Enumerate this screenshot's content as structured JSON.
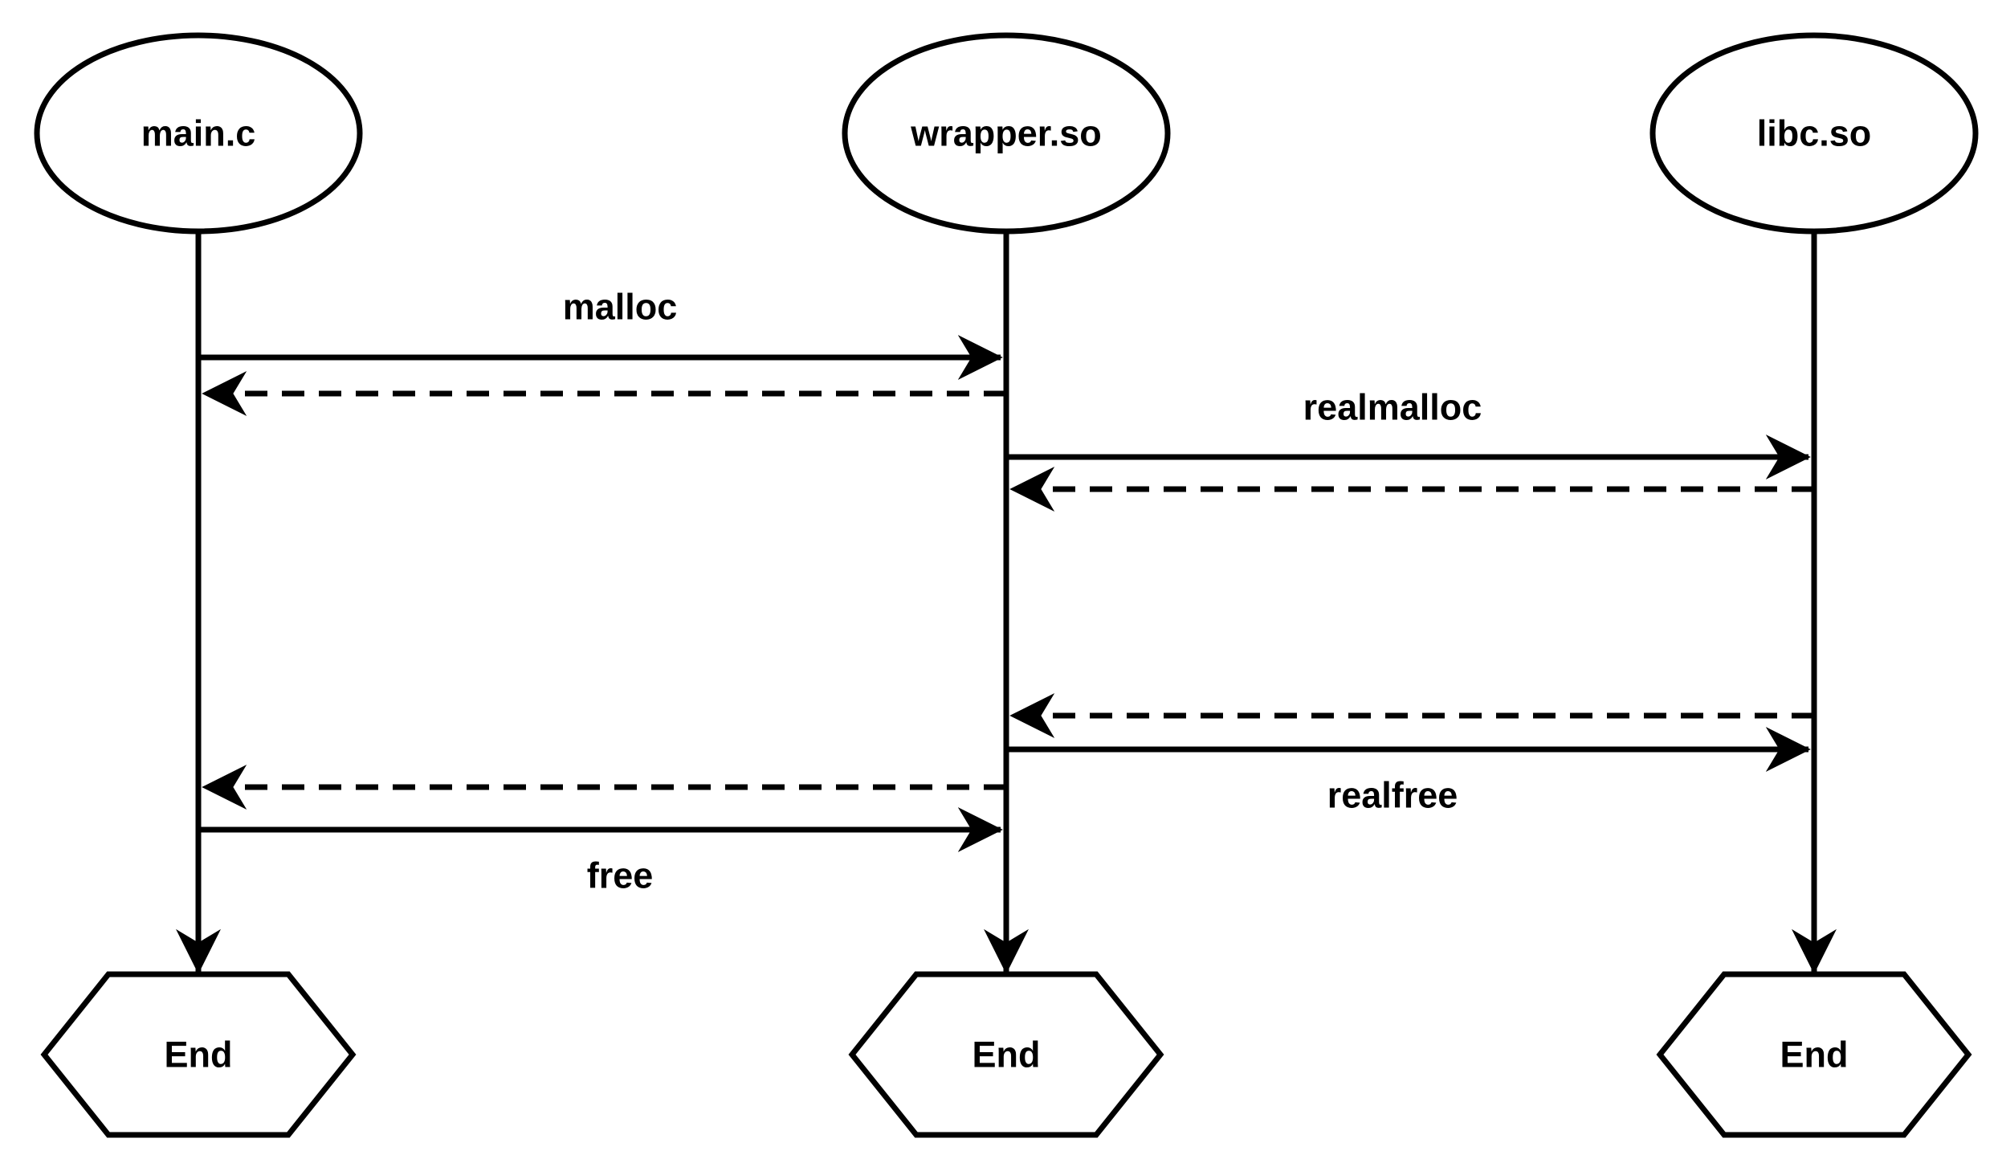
{
  "participants": [
    {
      "id": "main",
      "label": "main.c",
      "end_label": "End"
    },
    {
      "id": "wrapper",
      "label": "wrapper.so",
      "end_label": "End"
    },
    {
      "id": "libc",
      "label": "libc.so",
      "end_label": "End"
    }
  ],
  "messages": [
    {
      "from": "main",
      "to": "wrapper",
      "label": "malloc",
      "style": "solid"
    },
    {
      "from": "wrapper",
      "to": "main",
      "label": "",
      "style": "dashed"
    },
    {
      "from": "wrapper",
      "to": "libc",
      "label": "realmalloc",
      "style": "solid"
    },
    {
      "from": "libc",
      "to": "wrapper",
      "label": "",
      "style": "dashed"
    },
    {
      "from": "libc",
      "to": "wrapper",
      "label": "",
      "style": "dashed"
    },
    {
      "from": "wrapper",
      "to": "libc",
      "label": "realfree",
      "style": "solid"
    },
    {
      "from": "wrapper",
      "to": "main",
      "label": "",
      "style": "dashed"
    },
    {
      "from": "main",
      "to": "wrapper",
      "label": "free",
      "style": "solid"
    }
  ]
}
